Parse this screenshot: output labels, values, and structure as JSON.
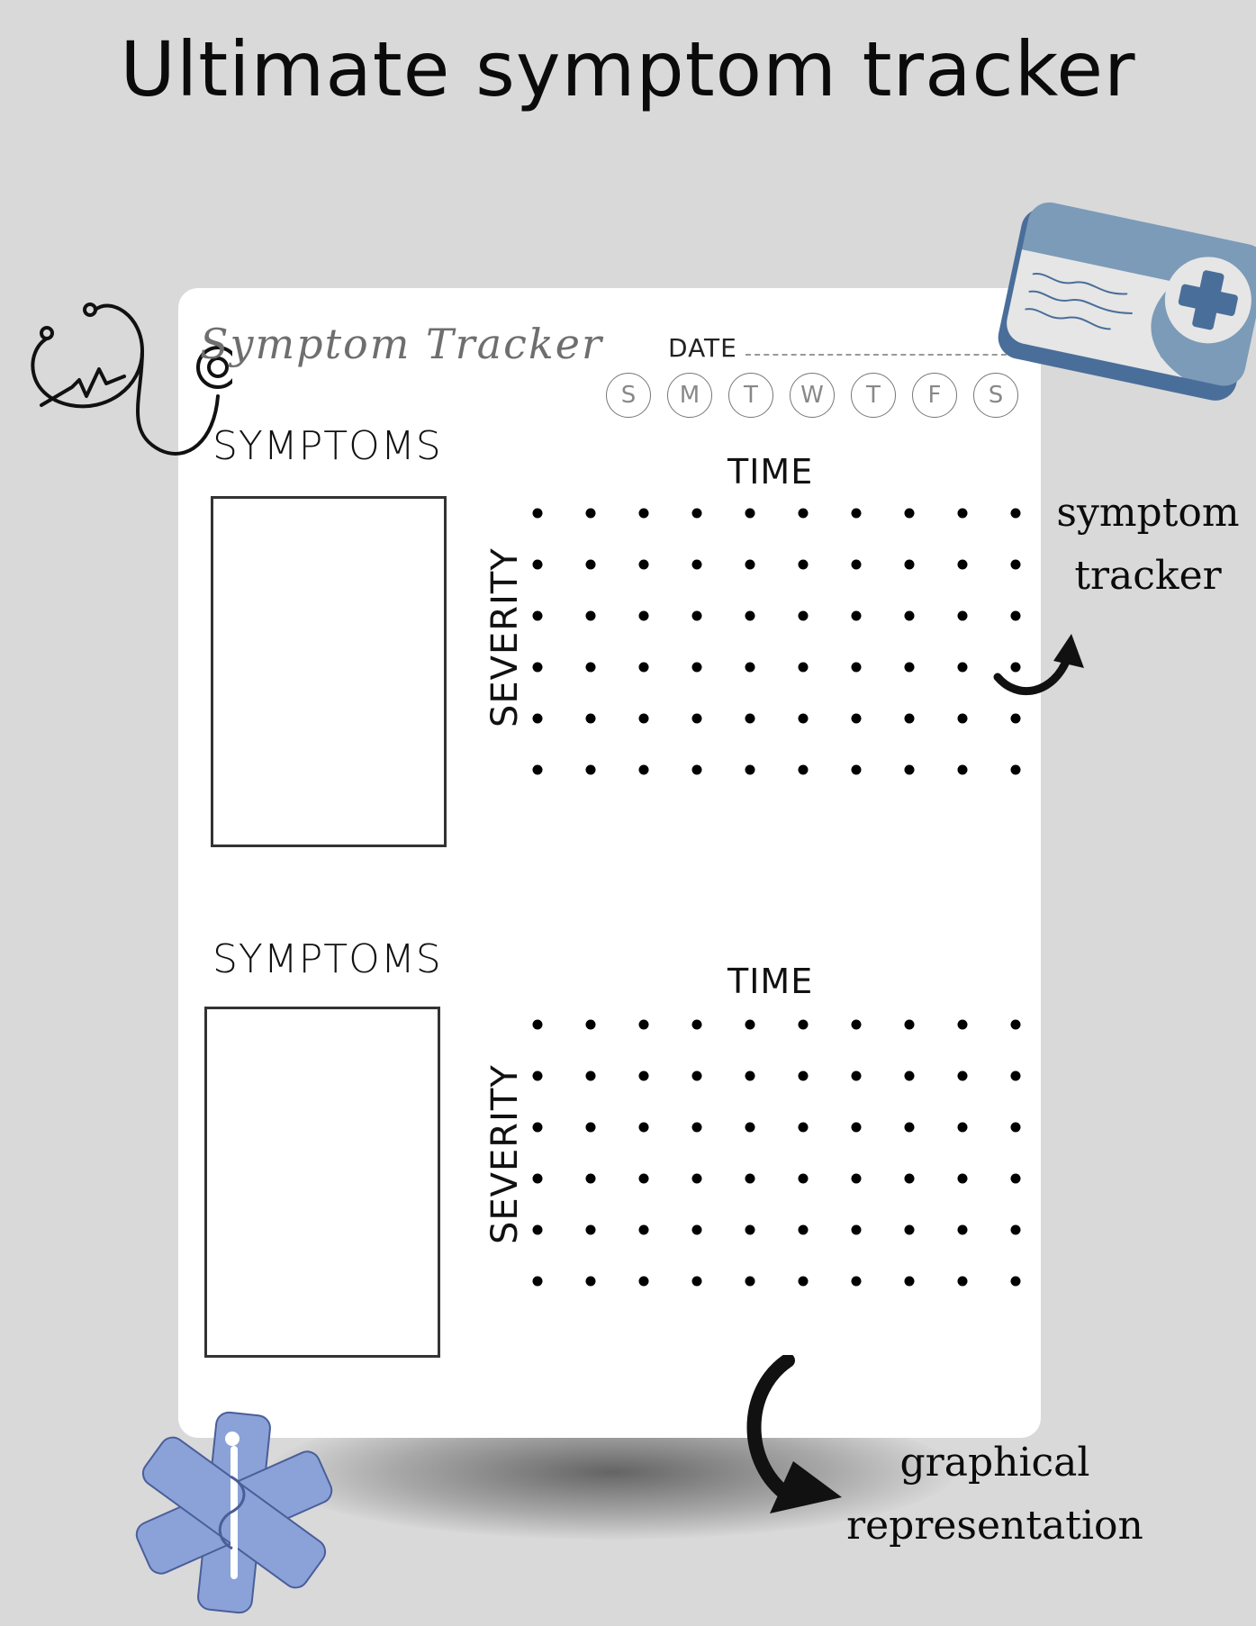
{
  "title": "Ultimate symptom tracker",
  "sheet": {
    "heading": "Symptom Tracker",
    "date_label": "DATE",
    "days": [
      "S",
      "M",
      "T",
      "W",
      "T",
      "F",
      "S"
    ]
  },
  "sections": [
    {
      "symptoms_label": "SYMPTOMS",
      "time_label": "TIME",
      "severity_label": "SEVERITY",
      "grid_columns": 10,
      "grid_rows": 6
    },
    {
      "symptoms_label": "SYMPTOMS",
      "time_label": "TIME",
      "severity_label": "SEVERITY",
      "grid_columns": 10,
      "grid_rows": 6
    }
  ],
  "notes": {
    "tracker_line1": "symptom",
    "tracker_line2": "tracker",
    "graph_line1": "graphical",
    "graph_line2": "representation"
  },
  "icons": [
    "stethoscope-icon",
    "medical-card-icon",
    "star-of-life-icon",
    "curved-arrow-icon"
  ],
  "colors": {
    "background": "#d9d9d9",
    "sheet": "#ffffff",
    "card_blue": "#7b9bb8",
    "cross_blue": "#4a6e9a",
    "star_blue": "#8aa2d8"
  }
}
